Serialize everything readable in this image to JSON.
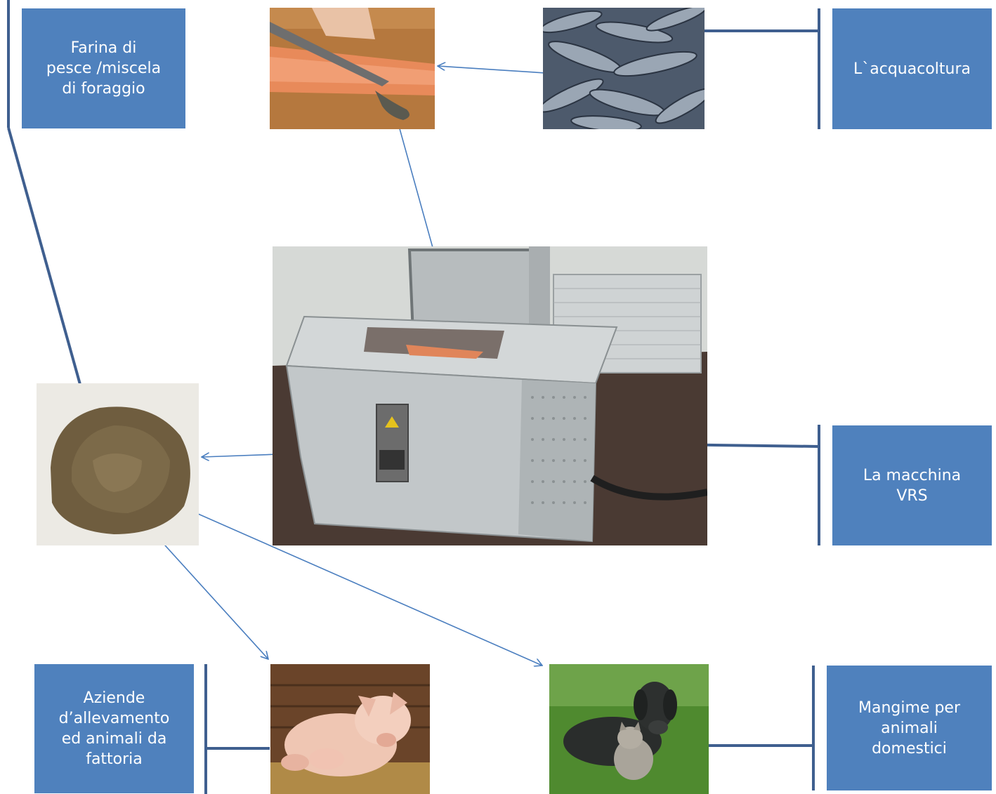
{
  "colors": {
    "box_fill": "#4f81bd",
    "box_text": "#ffffff",
    "bracket_line": "#3f5f8f",
    "arrow_line": "#4a7ebf"
  },
  "labels": {
    "fishmeal": "Farina di\npesce /miscela\ndi foraggio",
    "aquaculture": "L`acquacoltura",
    "vrs_machine": "La macchina\nVRS",
    "farms": "Aziende\nd’allevamento\ned animali da\nfattoria",
    "pet_food": "Mangime per\nanimali\ndomestici"
  },
  "images": {
    "fish_filleting": "fish-filleting-photo",
    "mackerel": "mackerel-catch-photo",
    "vrs_machine": "vrs-machine-photo",
    "fishmeal_pile": "fishmeal-powder-photo",
    "pig": "sow-and-piglets-photo",
    "dog_cat": "dog-and-cat-photo"
  }
}
